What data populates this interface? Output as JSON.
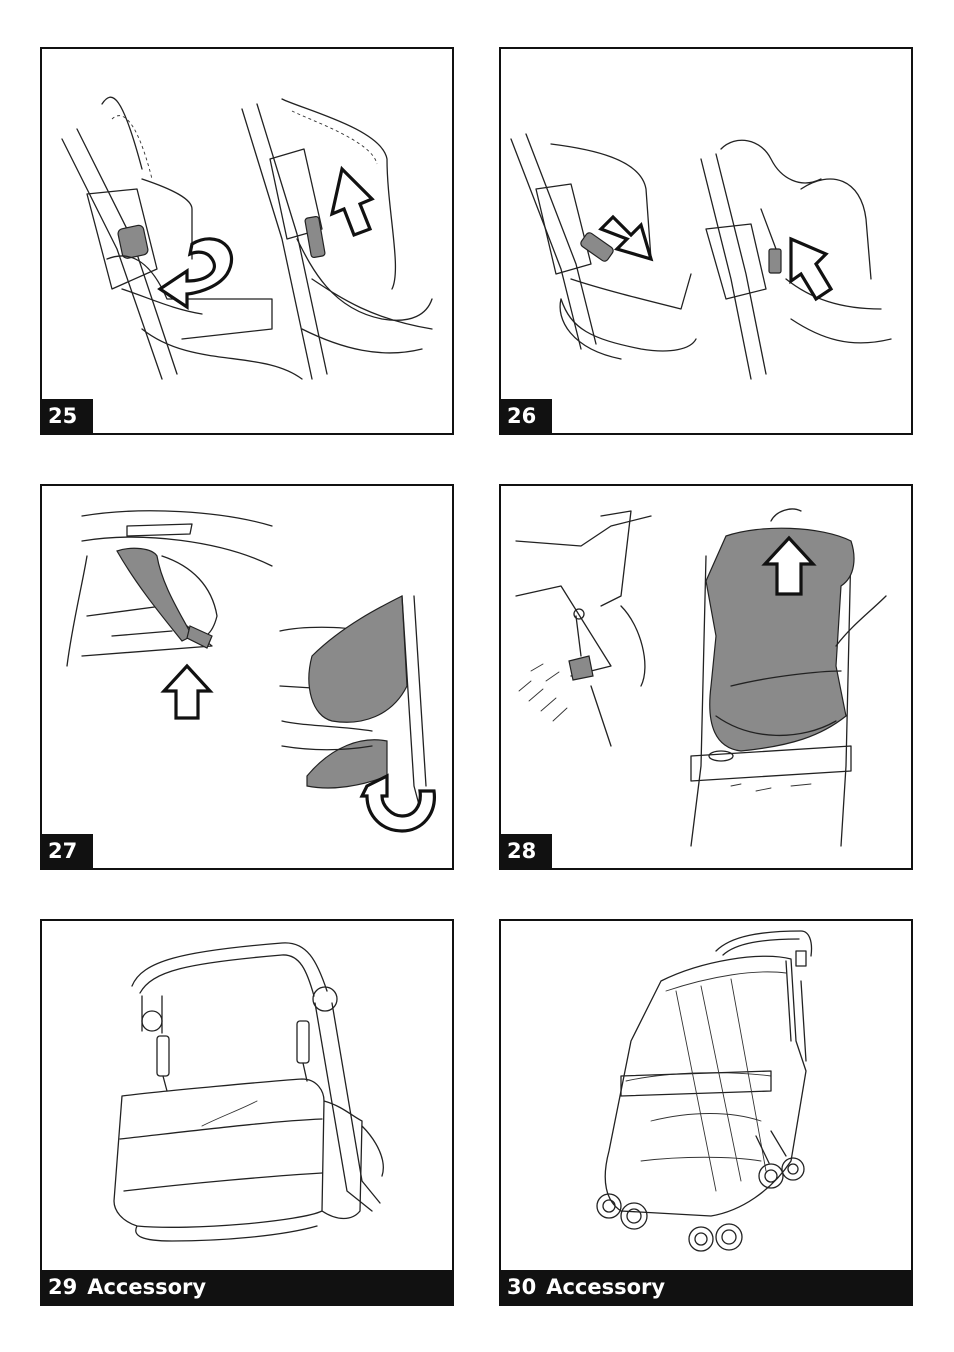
{
  "panels": [
    {
      "number": "25",
      "caption": ""
    },
    {
      "number": "26",
      "caption": ""
    },
    {
      "number": "27",
      "caption": ""
    },
    {
      "number": "28",
      "caption": ""
    },
    {
      "number": "29",
      "caption": "Accessory"
    },
    {
      "number": "30",
      "caption": "Accessory"
    }
  ],
  "icons": {
    "rotate_arrow": "rotate-arrow-icon",
    "up_arrow": "up-arrow-icon",
    "diagonal_arrow": "diagonal-arrow-icon",
    "u_turn_arrow": "u-turn-arrow-icon"
  },
  "colors": {
    "frame": "#111111",
    "label_bg": "#111111",
    "label_text": "#ffffff",
    "fabric": "#8a8a8a"
  }
}
